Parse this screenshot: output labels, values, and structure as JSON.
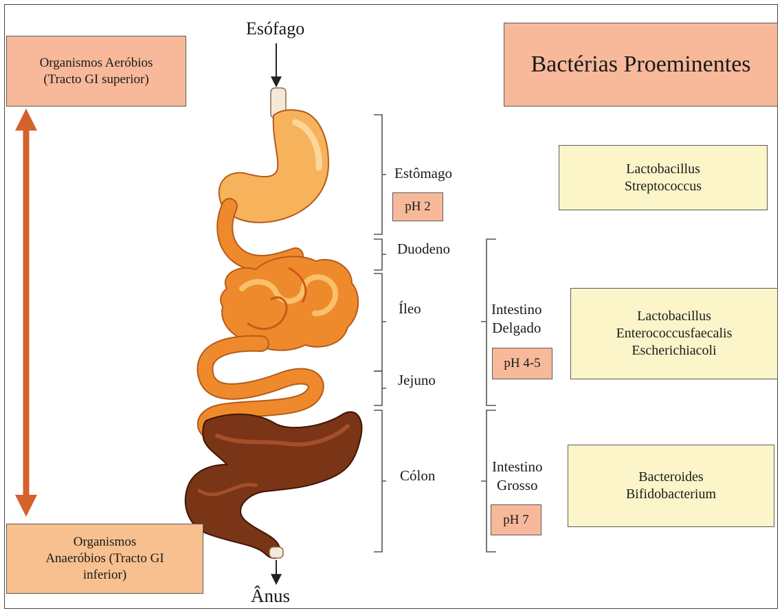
{
  "labels": {
    "esophagus": "Esófago",
    "anus": "Ânus",
    "stomach": "Estômago",
    "duodenum": "Duodeno",
    "ileum": "Íleo",
    "jejunum": "Jejuno",
    "colon": "Cólon",
    "small_intestine": "Intestino\nDelgado",
    "large_intestine": "Intestino\nGrosso"
  },
  "ph": {
    "stomach": "pH 2",
    "small_intestine": "pH 4-5",
    "large_intestine": "pH 7"
  },
  "aerobic_box": "Organismos Aeróbios\n(Tracto GI superior)",
  "anaerobic_box": "Organismos\nAnaeróbios (Tracto GI\ninferior)",
  "bacteria_title": "Bactérias Proeminentes",
  "bacteria": {
    "stomach": "Lactobacillus\nStreptococcus",
    "small_intestine": "Lactobacillus\nEnterococcusfaecalis\nEscherichiacoli",
    "large_intestine": "Bacteroides\nBifidobacterium"
  },
  "colors": {
    "arrow": "#d5612b",
    "salmon": "#f7b99a",
    "peach": "#f7c08e",
    "cream": "#fbf5c9",
    "stomach": "#f7b35c",
    "small_intestine": "#ef8a2c",
    "colon": "#7a3416"
  }
}
